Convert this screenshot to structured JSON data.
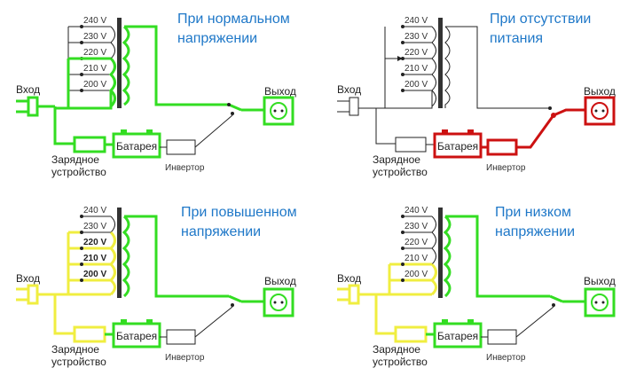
{
  "colors": {
    "active": "#33dd22",
    "boost": "#f0ee40",
    "battery": "#cc1111",
    "idle": "#222222",
    "title": "#1f78c8"
  },
  "labels": {
    "input": "Вход",
    "output": "Выход",
    "battery": "Батарея",
    "inverter": "Инвертор",
    "charger_line1": "Зарядное",
    "charger_line2": "устройство"
  },
  "taps": [
    "240 V",
    "230 V",
    "220 V",
    "210 V",
    "200 V"
  ],
  "panels": [
    {
      "title_line1": "При нормальном",
      "title_line2": "напряжении",
      "mode": "normal",
      "active_tap": "210 V"
    },
    {
      "title_line1": "При отсутствии",
      "title_line2": "питания",
      "mode": "battery",
      "active_tap": "220 V"
    },
    {
      "title_line1": "При повышенном",
      "title_line2": "напряжении",
      "mode": "high",
      "active_tap": "200 V"
    },
    {
      "title_line1": "При низком",
      "title_line2": "напряжении",
      "mode": "low",
      "active_tap": "220 V"
    }
  ]
}
